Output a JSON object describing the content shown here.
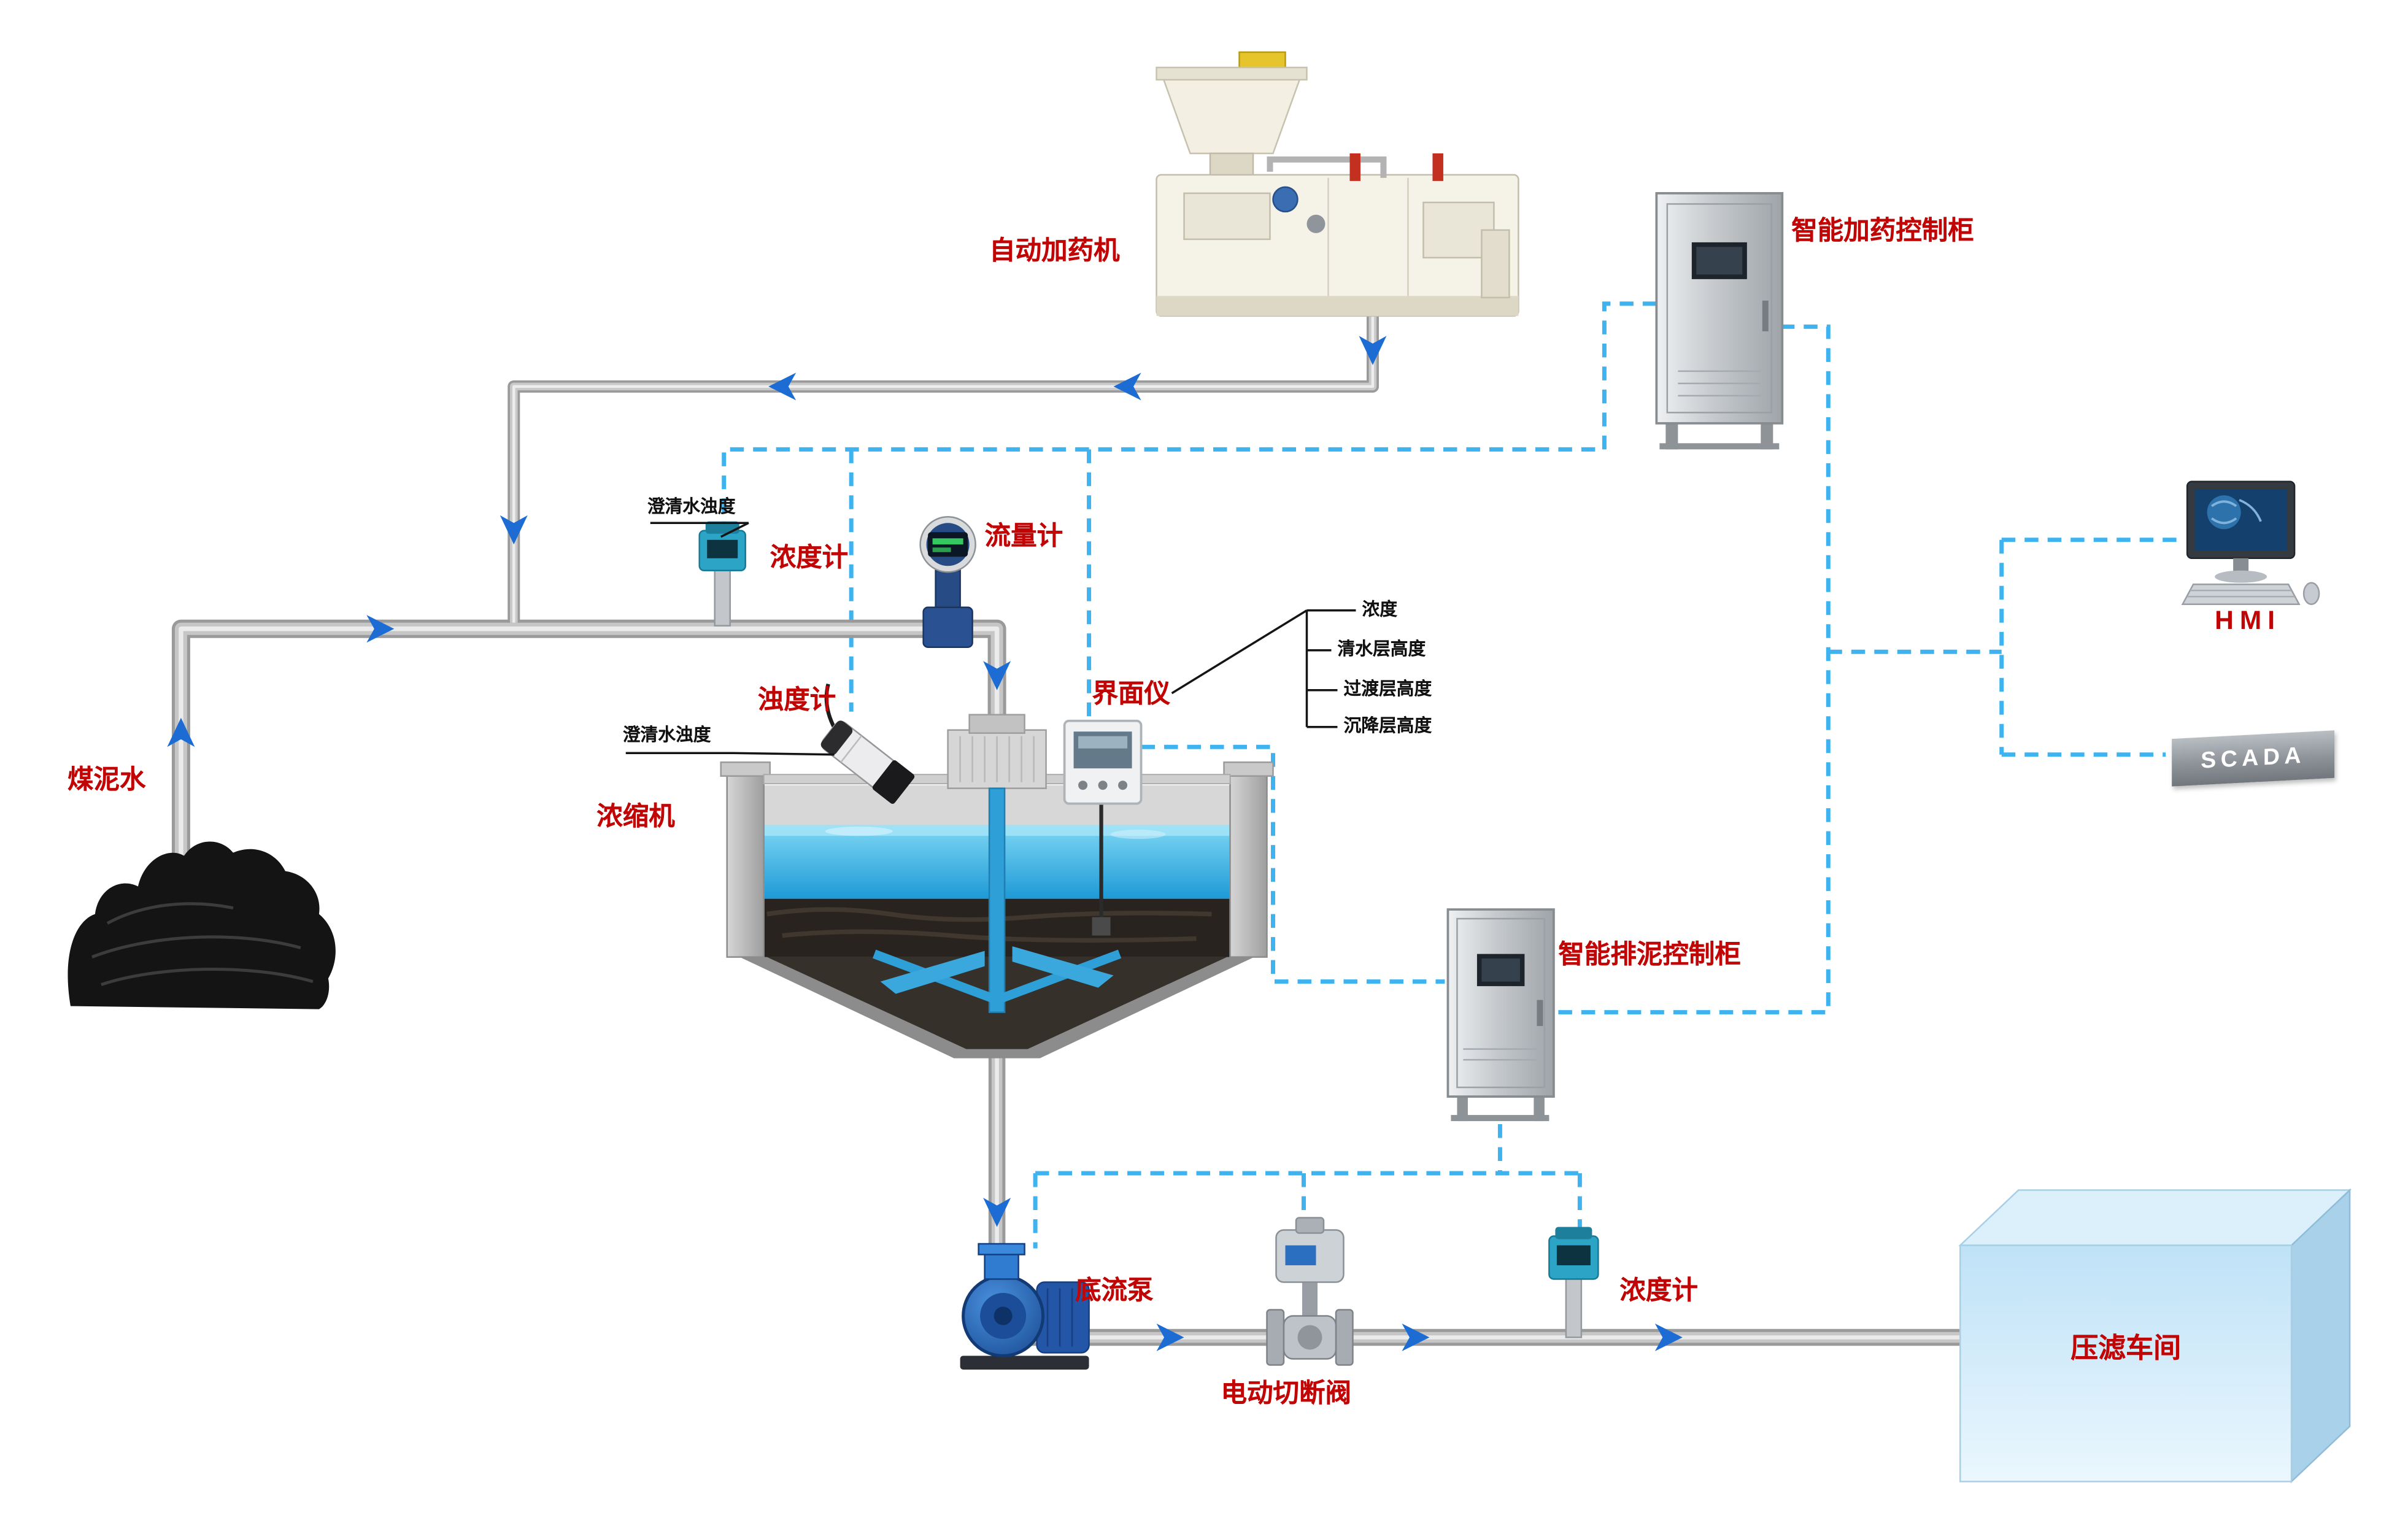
{
  "labels": {
    "coal_water": "煤泥水",
    "auto_doser": "自动加药机",
    "dosing_cabinet": "智能加药控制柜",
    "sludge_cabinet": "智能排泥控制柜",
    "hmi": "HMI",
    "scada": "SCADA",
    "concentration_meter_top": "浓度计",
    "clarified_water_turbidity_top": "澄清水浊度",
    "flow_meter": "流量计",
    "turbidity_meter": "浊度计",
    "clarified_water_turbidity_side": "澄清水浊度",
    "thickener": "浓缩机",
    "interface_meter": "界面仪",
    "interface_outputs": [
      "浓度",
      "清水层高度",
      "过渡层高度",
      "沉降层高度"
    ],
    "underflow_pump": "底流泵",
    "electric_valve": "电动切断阀",
    "concentration_meter_bottom": "浓度计",
    "filter_workshop": "压滤车间"
  },
  "colors": {
    "label_red": "#c10505",
    "signal_dashed_blue": "#3fb3f0",
    "flow_arrow_blue": "#1c6cd3",
    "pipe_gray": "#9a9a9a",
    "water_blue": "#2fa8dc",
    "building_blue": "#cfe9f8"
  }
}
